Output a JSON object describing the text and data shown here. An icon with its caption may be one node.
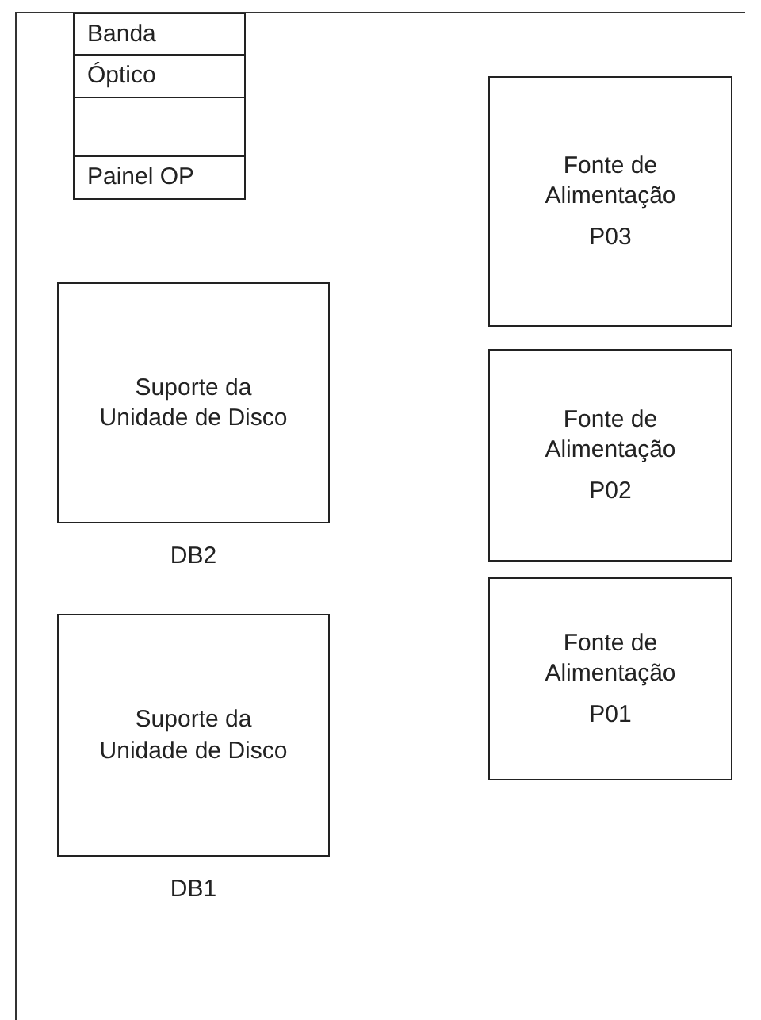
{
  "diagram": {
    "nodes": [
      {
        "text": [
          "Banda"
        ]
      },
      {
        "text": [
          "Óptico"
        ]
      },
      {
        "text": [],
        "shape": "box"
      },
      {
        "text": [
          "Painel OP"
        ]
      },
      {
        "text": [
          "Suporte da Unidade de Disco"
        ],
        "beside": [
          "DB2"
        ]
      },
      {
        "text": [
          "Suporte da Unidade de Disco"
        ],
        "beside": [
          "DB1"
        ]
      },
      {
        "text": [
          "Fonte de Alimentação",
          "P03"
        ]
      },
      {
        "text": [
          "Fonte de Alimentação",
          "P02"
        ]
      },
      {
        "text": [
          "Fonte de Alimentação",
          "P01"
        ]
      }
    ]
  }
}
